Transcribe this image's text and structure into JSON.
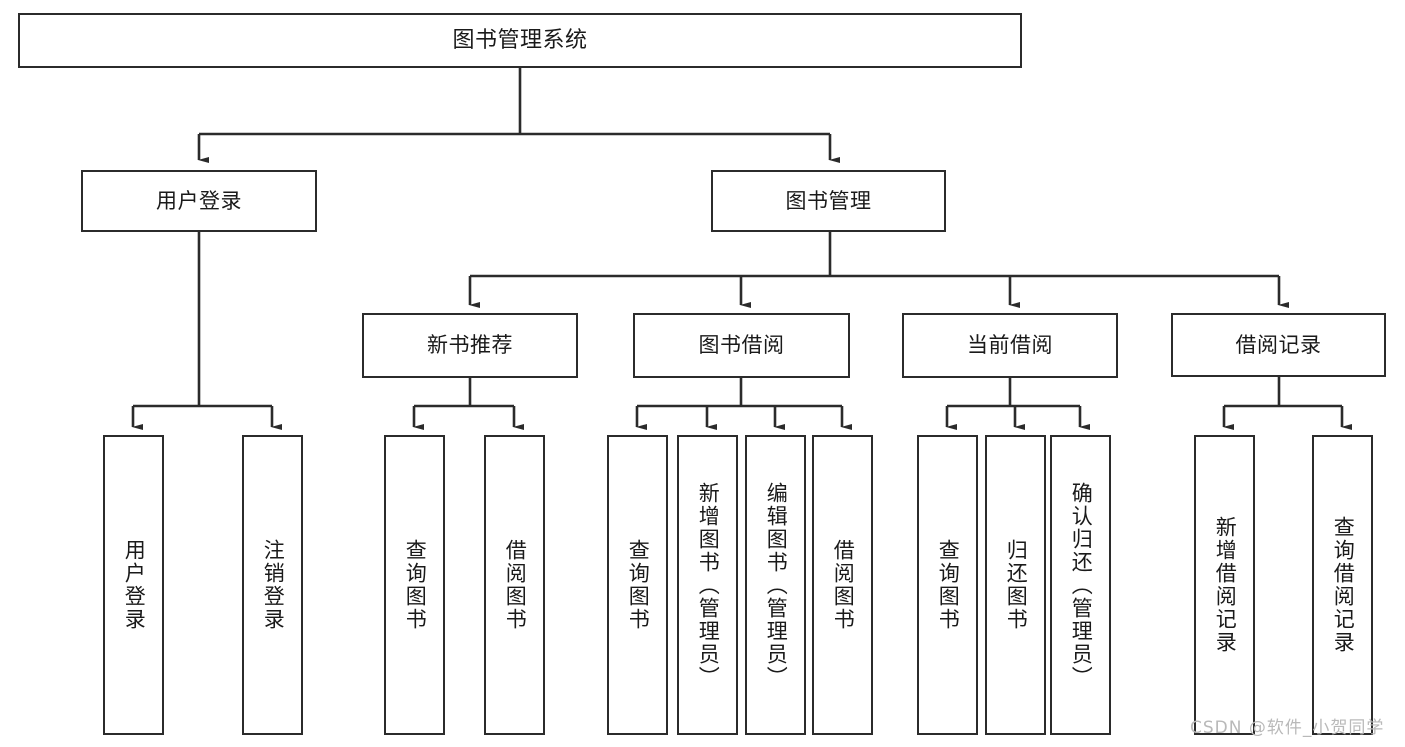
{
  "diagram": {
    "type": "tree",
    "title": "图书管理系统",
    "orientation": "top-down",
    "colors": {
      "box_border": "#2b2b2b",
      "box_fill": "#ffffff",
      "connector": "#2b2b2b",
      "text": "#1a1a1a",
      "watermark": "#b9b9b9"
    },
    "root": {
      "label": "图书管理系统"
    },
    "level1": [
      {
        "label": "用户登录"
      },
      {
        "label": "图书管理"
      }
    ],
    "level2": [
      {
        "label": "新书推荐"
      },
      {
        "label": "图书借阅"
      },
      {
        "label": "当前借阅"
      },
      {
        "label": "借阅记录"
      }
    ],
    "leaves": {
      "user_login": [
        {
          "label": "用户登录"
        },
        {
          "label": "注销登录"
        }
      ],
      "new_book_recommend": [
        {
          "label": "查询图书"
        },
        {
          "label": "借阅图书"
        }
      ],
      "book_borrow": [
        {
          "label": "查询图书"
        },
        {
          "label": "新增图书（管理员）"
        },
        {
          "label": "编辑图书（管理员）"
        },
        {
          "label": "借阅图书"
        }
      ],
      "current_borrow": [
        {
          "label": "查询图书"
        },
        {
          "label": "归还图书"
        },
        {
          "label": "确认归还（管理员）"
        }
      ],
      "borrow_record": [
        {
          "label": "新增借阅记录"
        },
        {
          "label": "查询借阅记录"
        }
      ]
    }
  },
  "watermark": {
    "text": "CSDN @软件_小贺同学"
  }
}
